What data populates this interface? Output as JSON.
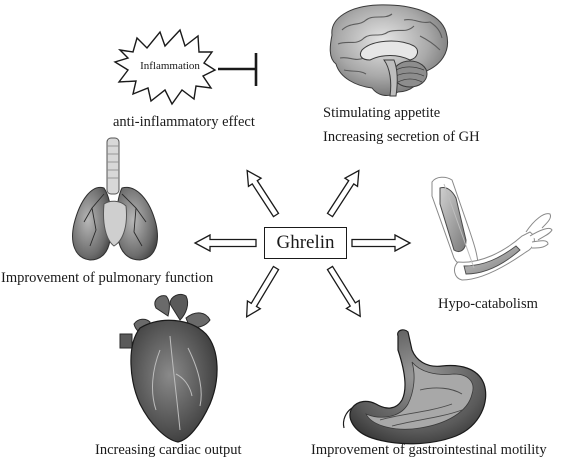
{
  "diagram": {
    "center": "Ghrelin",
    "inflammation_label": "Inflammation",
    "effects": {
      "anti_inflammatory": "anti-inflammatory effect",
      "appetite": "Stimulating appetite",
      "gh": "Increasing secretion of GH",
      "pulmonary": "Improvement of pulmonary function",
      "catabolism": "Hypo-catabolism",
      "cardiac": "Increasing cardiac output",
      "gastrointestinal": "Improvement of gastrointestinal motility"
    },
    "icons": [
      "inflammation-starburst-icon",
      "brain-icon",
      "lungs-icon",
      "arm-muscle-icon",
      "heart-icon",
      "stomach-icon"
    ]
  }
}
